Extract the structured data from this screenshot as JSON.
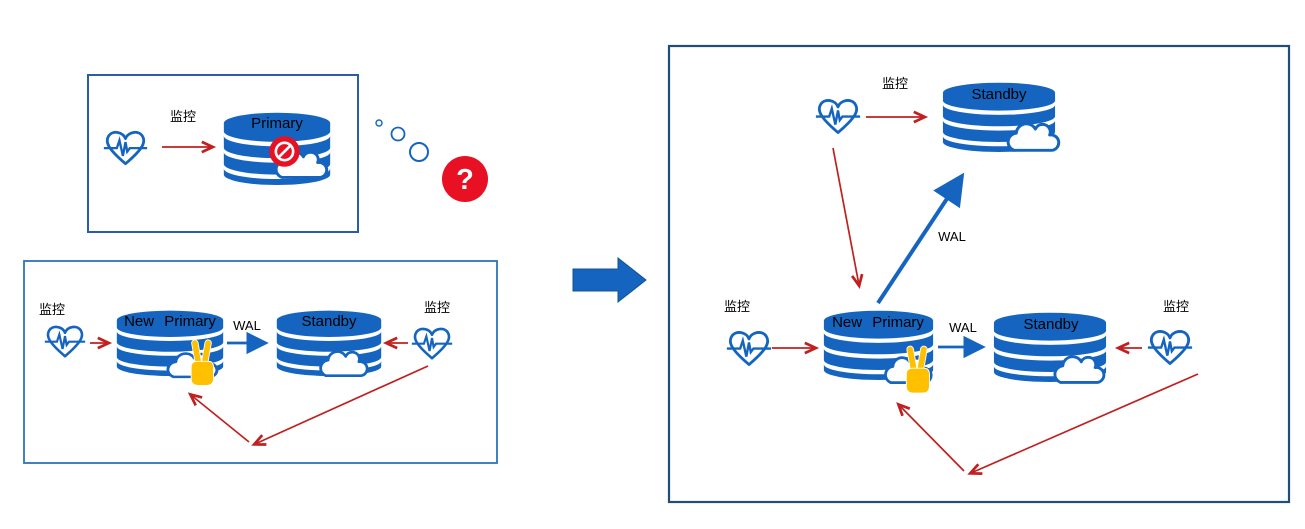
{
  "colors": {
    "blue": "#1565c0",
    "arrow_red": "#c02020",
    "alert_red": "#e81123",
    "hand_yellow": "#ffc000",
    "panel_a_border": "#2a5ca8",
    "panel_b_border": "#2e74b5",
    "panel_c_border": "#1f4e79",
    "big_arrow_edge": "#11518f",
    "text_black": "#000000"
  },
  "panel_failure": {
    "monitor_label": "监控",
    "db_label": "Primary",
    "question_label": "?"
  },
  "panel_failover": {
    "left_monitor_label": "监控",
    "primary_db_label": "New Primary",
    "wal_label": "WAL",
    "standby_db_label": "Standby",
    "right_monitor_label": "监控"
  },
  "panel_result": {
    "top_monitor_label": "监控",
    "top_db_label": "Standby",
    "wal_up_label": "WAL",
    "left_monitor_label": "监控",
    "primary_db_label": "New Primary",
    "wal_label": "WAL",
    "standby_db_label": "Standby",
    "right_monitor_label": "监控"
  }
}
